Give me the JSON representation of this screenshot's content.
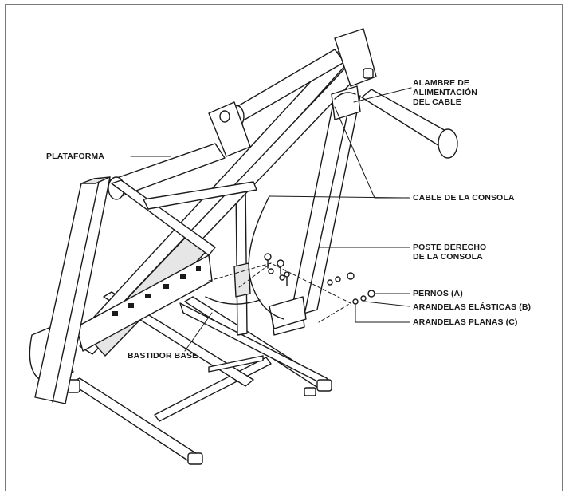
{
  "labels": {
    "power_wire": [
      "ALAMBRE DE",
      "ALIMENTACIÓN",
      "DEL CABLE"
    ],
    "platform": "PLATAFORMA",
    "console_cable": "CABLE DE LA CONSOLA",
    "right_post": [
      "POSTE DERECHO",
      "DE LA CONSOLA"
    ],
    "bolts": "PERNOS (A)",
    "lock_washers": "ARANDELAS ELÁSTICAS (B)",
    "flat_washers": "ARANDELAS PLANAS (C)",
    "base_frame": "BASTIDOR BASE"
  },
  "colors": {
    "ink": "#1a1a1a",
    "frame_border": "#7a7a7a",
    "fill": "#ffffff",
    "shade": "#e6e6e6"
  }
}
